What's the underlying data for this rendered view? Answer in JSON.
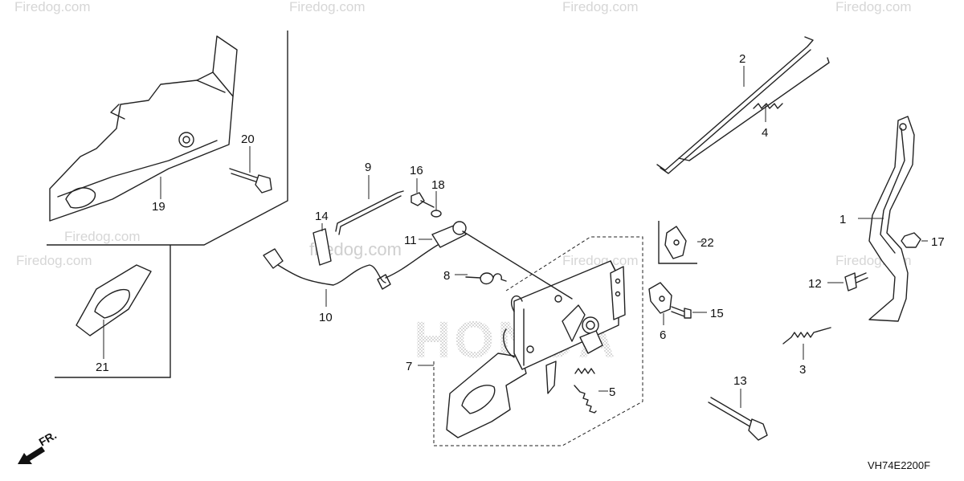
{
  "diagram": {
    "code": "VH74E2200F",
    "direction_label": "FR.",
    "brand_watermark": "HONDA",
    "site_watermark": "Firedog.com",
    "site_watermark_center": "firedog.com",
    "callouts": [
      {
        "id": "c1",
        "text": "1"
      },
      {
        "id": "c2",
        "text": "2"
      },
      {
        "id": "c3",
        "text": "3"
      },
      {
        "id": "c4",
        "text": "4"
      },
      {
        "id": "c5",
        "text": "5"
      },
      {
        "id": "c6",
        "text": "6"
      },
      {
        "id": "c7",
        "text": "7"
      },
      {
        "id": "c8",
        "text": "8"
      },
      {
        "id": "c9",
        "text": "9"
      },
      {
        "id": "c10",
        "text": "10"
      },
      {
        "id": "c11",
        "text": "11"
      },
      {
        "id": "c12",
        "text": "12"
      },
      {
        "id": "c13",
        "text": "13"
      },
      {
        "id": "c14",
        "text": "14"
      },
      {
        "id": "c15",
        "text": "15"
      },
      {
        "id": "c16",
        "text": "16"
      },
      {
        "id": "c17",
        "text": "17"
      },
      {
        "id": "c18",
        "text": "18"
      },
      {
        "id": "c19",
        "text": "19"
      },
      {
        "id": "c20",
        "text": "20"
      },
      {
        "id": "c21",
        "text": "21"
      },
      {
        "id": "c22",
        "text": "22"
      }
    ]
  }
}
